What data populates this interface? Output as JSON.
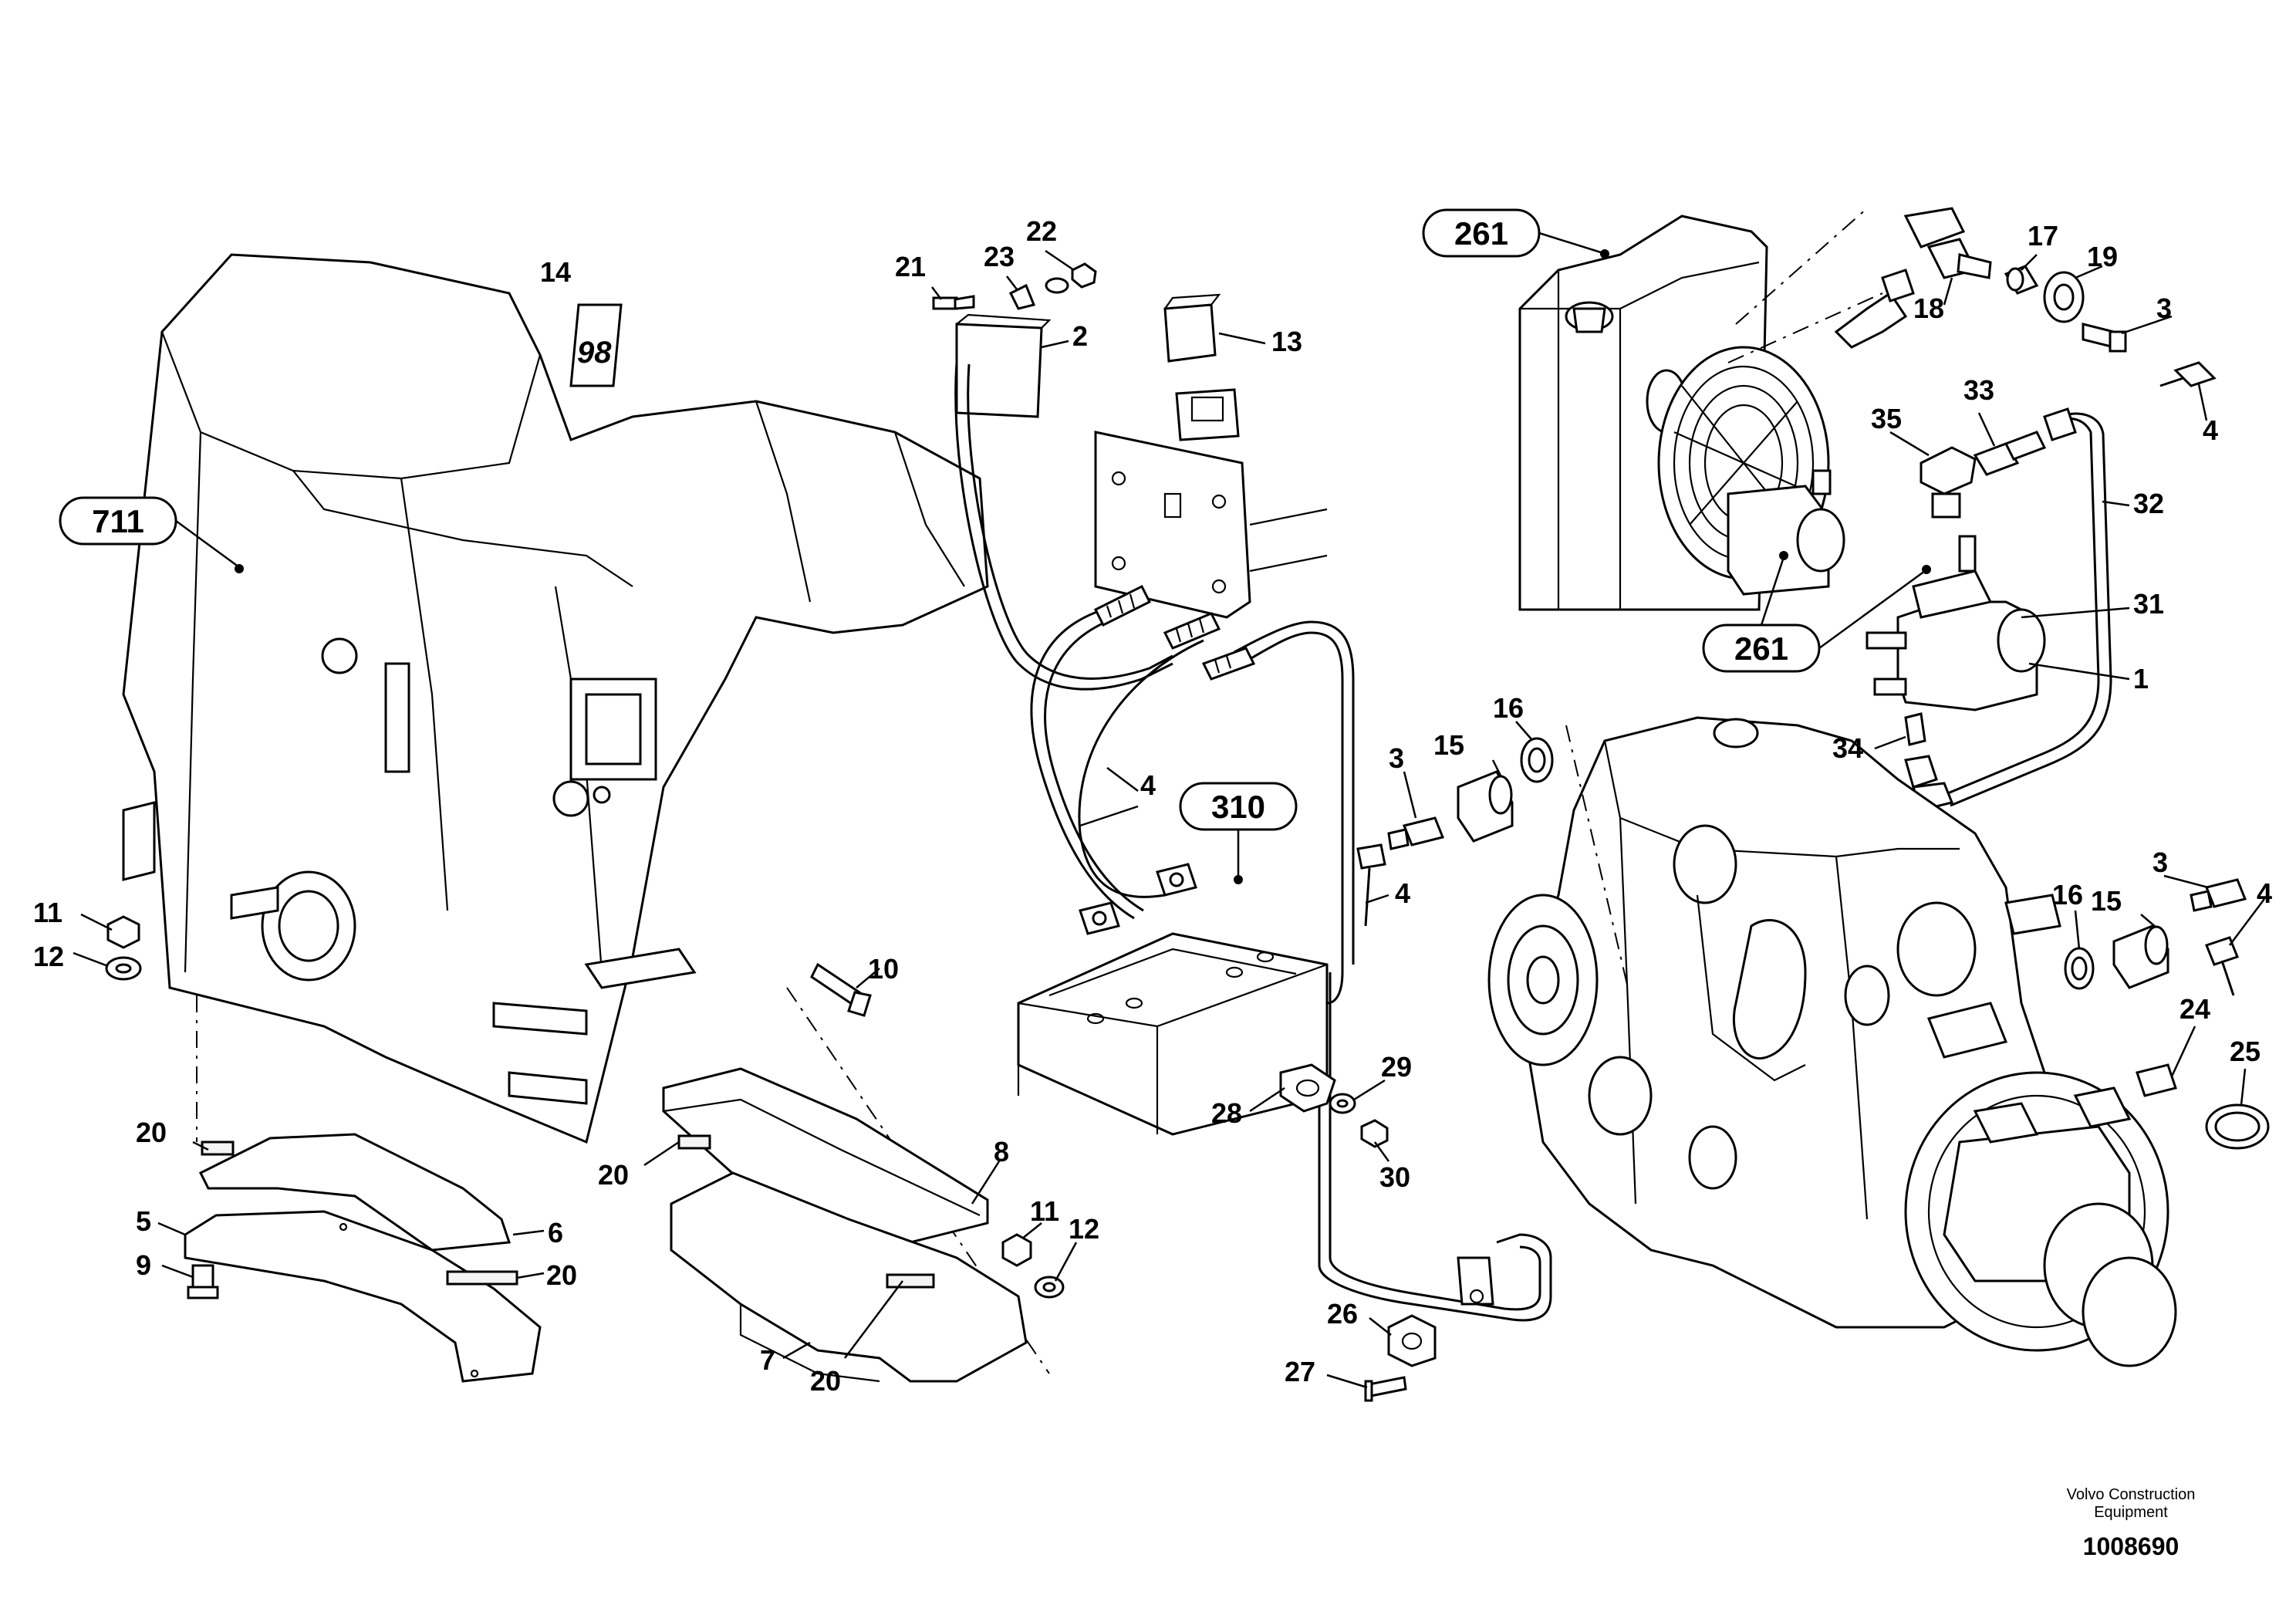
{
  "reference_bubbles": [
    "711",
    "310",
    "261",
    "261"
  ],
  "callouts": {
    "c1": "1",
    "c2": "2",
    "c3a": "3",
    "c3b": "3",
    "c3c": "3",
    "c4a": "4",
    "c4b": "4",
    "c4c": "4",
    "c4d": "4",
    "c5": "5",
    "c6": "6",
    "c7": "7",
    "c8": "8",
    "c9": "9",
    "c10": "10",
    "c11a": "11",
    "c11b": "11",
    "c12a": "12",
    "c12b": "12",
    "c13": "13",
    "c14": "14",
    "c15a": "15",
    "c15b": "15",
    "c16a": "16",
    "c16b": "16",
    "c17": "17",
    "c18": "18",
    "c19": "19",
    "c20a": "20",
    "c20b": "20",
    "c20c": "20",
    "c20d": "20",
    "c21": "21",
    "c22": "22",
    "c23": "23",
    "c24": "24",
    "c25": "25",
    "c26": "26",
    "c27": "27",
    "c28": "28",
    "c29": "29",
    "c30": "30",
    "c31": "31",
    "c32": "32",
    "c33": "33",
    "c34": "34",
    "c35": "35"
  },
  "decal_text": "98",
  "footer": {
    "brand_line1": "Volvo Construction",
    "brand_line2": "Equipment",
    "drawing_number": "1008690"
  }
}
